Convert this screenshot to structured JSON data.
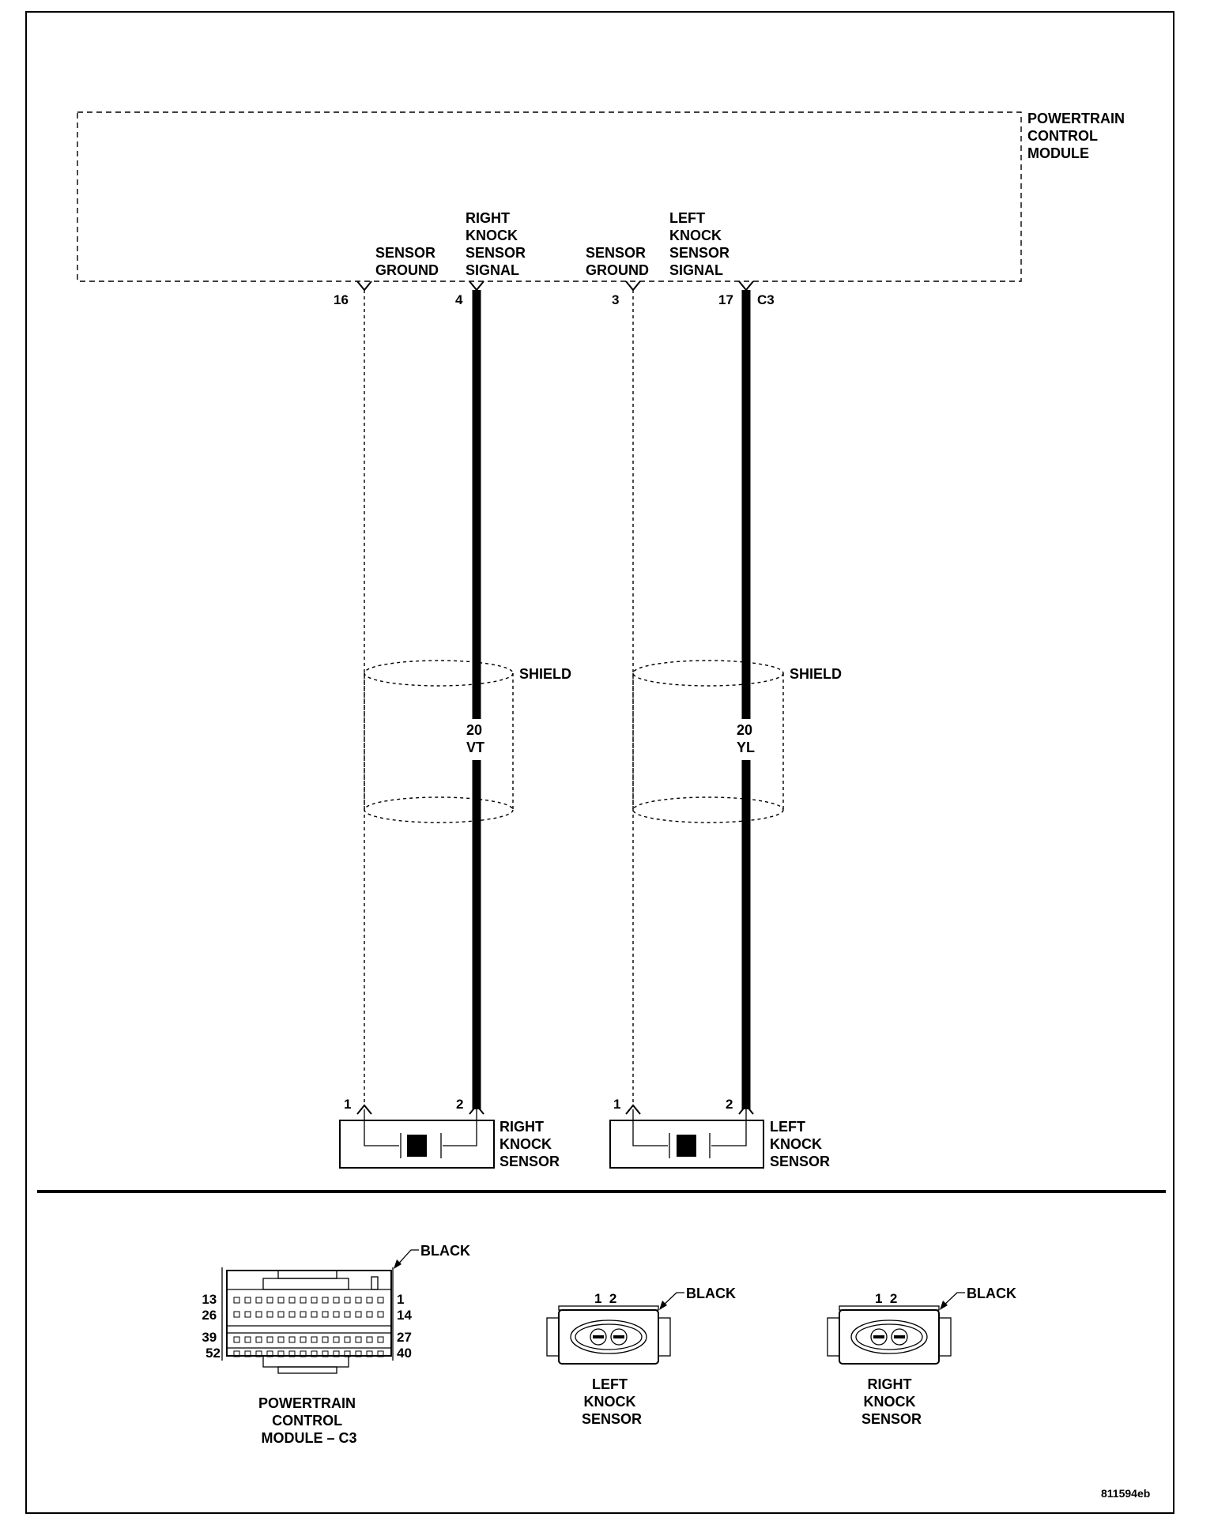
{
  "pcm": {
    "title": [
      "POWERTRAIN",
      "CONTROL",
      "MODULE"
    ],
    "connector_id": "C3",
    "circuits": [
      {
        "label": [
          "SENSOR",
          "GROUND"
        ],
        "pin": "16"
      },
      {
        "label": [
          "RIGHT",
          "KNOCK",
          "SENSOR",
          "SIGNAL"
        ],
        "pin": "4"
      },
      {
        "label": [
          "SENSOR",
          "GROUND"
        ],
        "pin": "3"
      },
      {
        "label": [
          "LEFT",
          "KNOCK",
          "SENSOR",
          "SIGNAL"
        ],
        "pin": "17"
      }
    ]
  },
  "wires": [
    {
      "gauge": "20",
      "color": "VT"
    },
    {
      "gauge": "20",
      "color": "YL"
    }
  ],
  "shield_label": "SHIELD",
  "sensors": [
    {
      "name": [
        "RIGHT",
        "KNOCK",
        "SENSOR"
      ],
      "pin_1": "1",
      "pin_2": "2"
    },
    {
      "name": [
        "LEFT",
        "KNOCK",
        "SENSOR"
      ],
      "pin_1": "1",
      "pin_2": "2"
    }
  ],
  "connector_views": {
    "pcm": {
      "color_label": "BLACK",
      "left_pins": [
        "13",
        "26",
        "39",
        "52"
      ],
      "right_pins": [
        "1",
        "14",
        "27",
        "40"
      ],
      "caption": [
        "POWERTRAIN",
        "CONTROL",
        "MODULE – C3"
      ]
    },
    "left_knock": {
      "color_label": "BLACK",
      "pins": "1  2",
      "caption": [
        "LEFT",
        "KNOCK",
        "SENSOR"
      ]
    },
    "right_knock": {
      "color_label": "BLACK",
      "pins": "1  2",
      "caption": [
        "RIGHT",
        "KNOCK",
        "SENSOR"
      ]
    }
  },
  "figure_id": "811594eb"
}
